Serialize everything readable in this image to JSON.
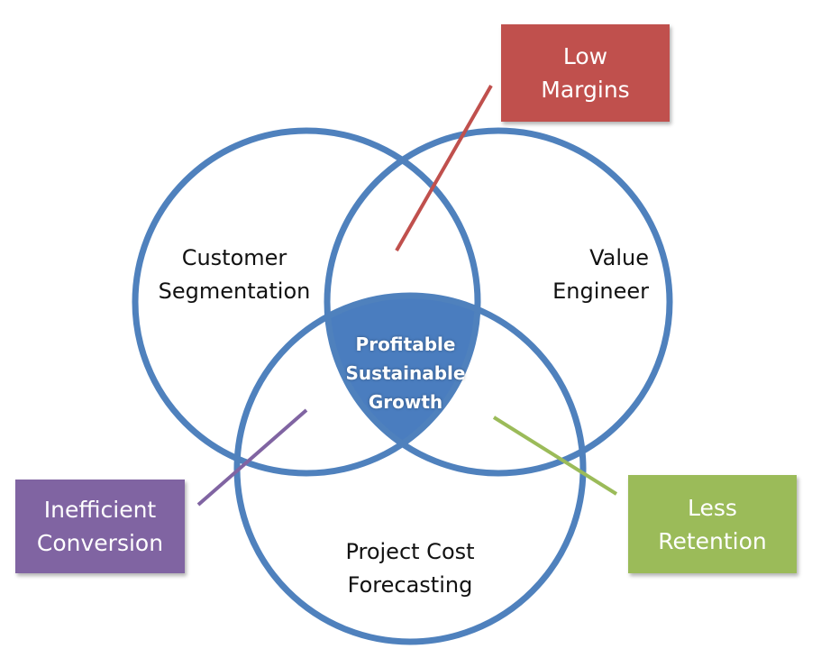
{
  "circles": [
    {
      "label": "Customer\nSegmentation"
    },
    {
      "label": "Value\nEngineer"
    },
    {
      "label": "Project Cost\nForecasting"
    }
  ],
  "center_label": "Profitable\nSustainable\nGrowth",
  "callouts": [
    {
      "label": "Low\nMargins",
      "color": "#c0504d"
    },
    {
      "label": "Inefficient\nConversion",
      "color": "#8064a2"
    },
    {
      "label": "Less\nRetention",
      "color": "#9bbb59"
    }
  ],
  "colors": {
    "circle_stroke": "#4f81bd",
    "center_fill": "#4a7dbf"
  }
}
